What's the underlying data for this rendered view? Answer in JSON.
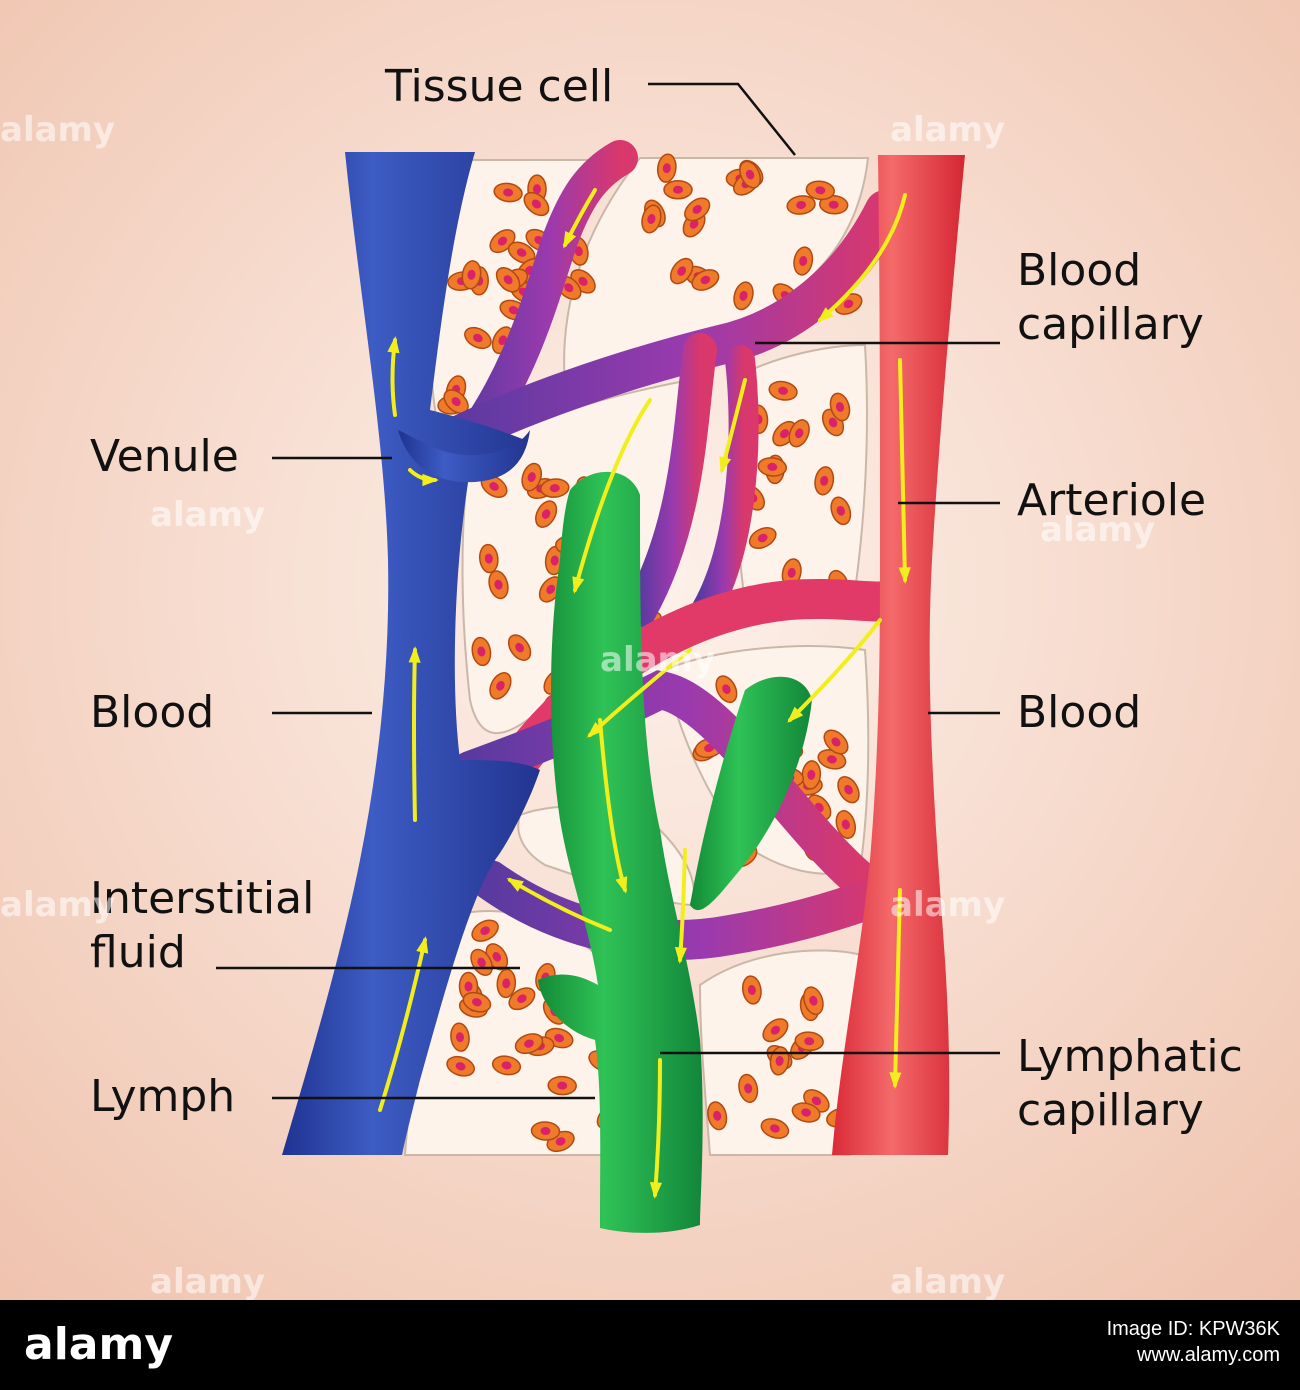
{
  "labels": {
    "tissue_cell": "Tissue cell",
    "blood_capillary": "Blood\ncapillary",
    "venule": "Venule",
    "arteriole": "Arteriole",
    "blood_left": "Blood",
    "blood_right": "Blood",
    "interstitial_fluid": "Interstitial\nfluid",
    "lymph": "Lymph",
    "lymphatic_capillary": "Lymphatic\ncapillary"
  },
  "watermark": "alamy",
  "footer": {
    "logo": "alamy",
    "image_id_line": "Image ID: KPW36K",
    "site": "www.alamy.com"
  },
  "colors": {
    "venule": "#2b3f9c",
    "arteriole": "#e8404a",
    "capillary": "#8a3aa8",
    "lymphatic": "#1fb04a",
    "cell_body": "#ef7a2a",
    "cell_nucleus": "#d8226a",
    "interstitial": "#fdf3ea",
    "arrow": "#f2ee1c"
  },
  "icons": {
    "cell": "tissue-cell-icon",
    "arrow": "flow-arrow-icon"
  }
}
